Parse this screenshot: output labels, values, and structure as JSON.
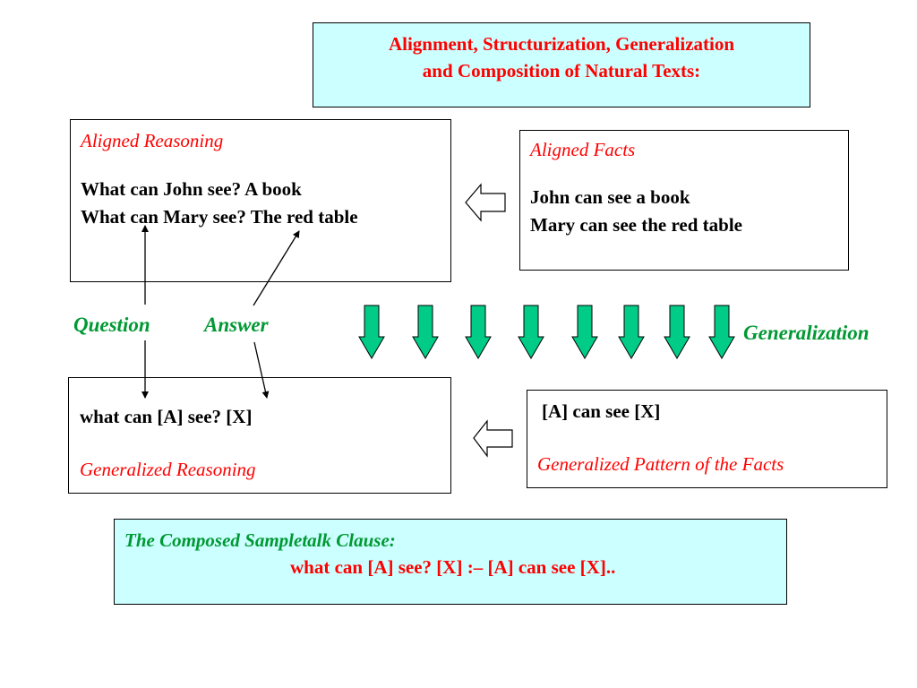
{
  "title": {
    "line1": "Alignment, Structurization, Generalization",
    "line2": "and Composition of Natural Texts:"
  },
  "aligned_reasoning": {
    "heading": "Aligned Reasoning",
    "line1": "What can John see? A book",
    "line2": "What can Mary see? The red table"
  },
  "aligned_facts": {
    "heading": "Aligned Facts",
    "line1": "John can see a book",
    "line2": "Mary can see the red table"
  },
  "labels": {
    "question": "Question",
    "answer": "Answer",
    "generalization": "Generalization"
  },
  "generalized_reasoning": {
    "text": "what can [A] see? [X]",
    "caption": "Generalized Reasoning"
  },
  "generalized_pattern": {
    "text": "[A] can see [X]",
    "caption": "Generalized Pattern of the Facts"
  },
  "composed_clause": {
    "heading": "The Composed Sampletalk Clause:",
    "text": "what can [A] see? [X] :– [A] can see [X].."
  },
  "colors": {
    "title_red": "#ff0000",
    "label_green": "#009933",
    "arrow_green": "#00cc88",
    "panel_cyan": "#ccffff"
  }
}
